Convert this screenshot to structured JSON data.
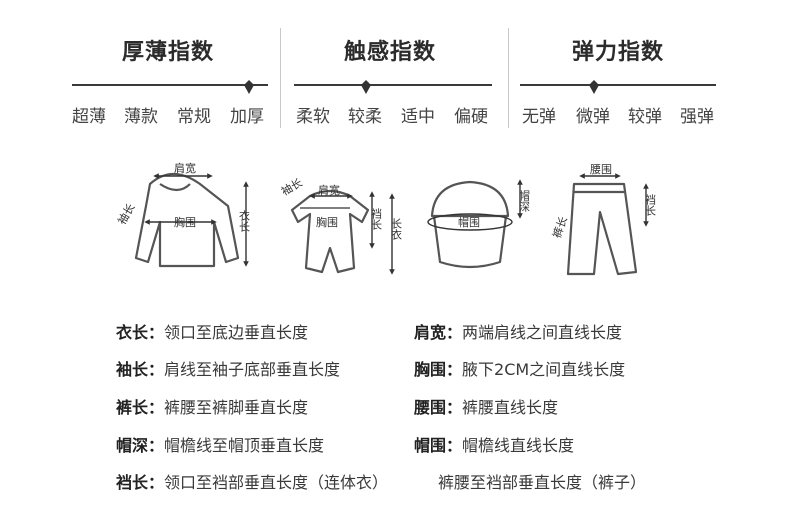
{
  "indices": [
    {
      "title": "厚薄指数",
      "labels": [
        "超薄",
        "薄款",
        "常规",
        "加厚"
      ],
      "marker": "marker-pin-icon"
    },
    {
      "title": "触感指数",
      "labels": [
        "柔软",
        "较柔",
        "适中",
        "偏硬"
      ],
      "marker": "marker-pin-icon"
    },
    {
      "title": "弹力指数",
      "labels": [
        "无弹",
        "微弹",
        "较弹",
        "强弹"
      ],
      "marker": "marker-pin-icon"
    }
  ],
  "diagrams": {
    "jacket": {
      "top": "肩宽",
      "side_left": "袖长",
      "center": "胸围",
      "side_right": "衣长"
    },
    "romper": {
      "sleeve": "袖长",
      "top": "肩宽",
      "center": "胸围",
      "right1": "裆长",
      "right2": "长衣"
    },
    "cap": {
      "center": "帽围",
      "right": "帽深"
    },
    "pants": {
      "top": "腰围",
      "left": "裤长",
      "right": "裆长"
    }
  },
  "definitions": [
    {
      "term": "衣长：",
      "desc": "领口至底边垂直长度"
    },
    {
      "term": "肩宽：",
      "desc": "两端肩线之间直线长度"
    },
    {
      "term": "袖长：",
      "desc": "肩线至袖子底部垂直长度"
    },
    {
      "term": "胸围：",
      "desc": "腋下2CM之间直线长度"
    },
    {
      "term": "裤长：",
      "desc": "裤腰至裤脚垂直长度"
    },
    {
      "term": "腰围：",
      "desc": "裤腰直线长度"
    },
    {
      "term": "帽深：",
      "desc": "帽檐线至帽顶垂直长度"
    },
    {
      "term": "帽围：",
      "desc": "帽檐线直线长度"
    },
    {
      "term": "裆长：",
      "desc": "领口至裆部垂直长度（连体衣）"
    },
    {
      "term": "",
      "desc": "裤腰至裆部垂直长度（裤子）"
    }
  ],
  "colors": {
    "line": "#3a3a3a",
    "text": "#333333",
    "outline": "#555555"
  }
}
